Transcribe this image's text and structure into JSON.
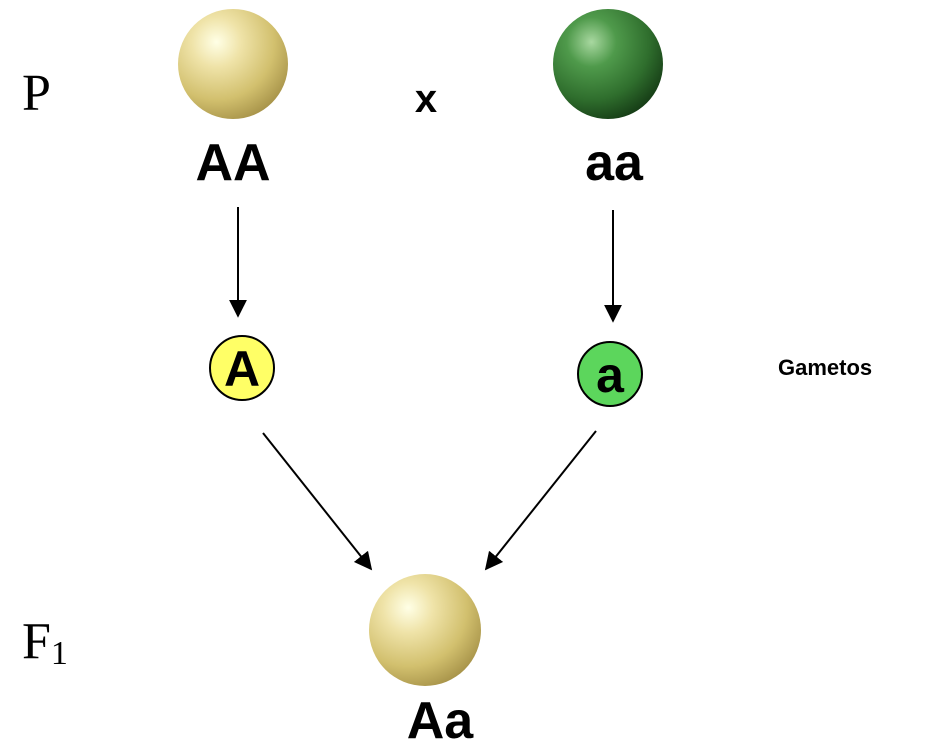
{
  "generation_labels": {
    "parental": "P",
    "filial_letter": "F",
    "filial_subscript": "1"
  },
  "cross_symbol": "x",
  "parents": [
    {
      "genotype": "AA",
      "phenotype_color": "yellow"
    },
    {
      "genotype": "aa",
      "phenotype_color": "green"
    }
  ],
  "gametes": {
    "label": "Gametos",
    "items": [
      {
        "allele": "A",
        "color": "#ffff66"
      },
      {
        "allele": "a",
        "color": "#5cd65c"
      }
    ]
  },
  "offspring": {
    "genotype": "Aa",
    "phenotype_color": "yellow"
  },
  "colors": {
    "yellow_seed": "#d8c878",
    "green_seed": "#2e6b2e",
    "arrow": "#000000"
  }
}
